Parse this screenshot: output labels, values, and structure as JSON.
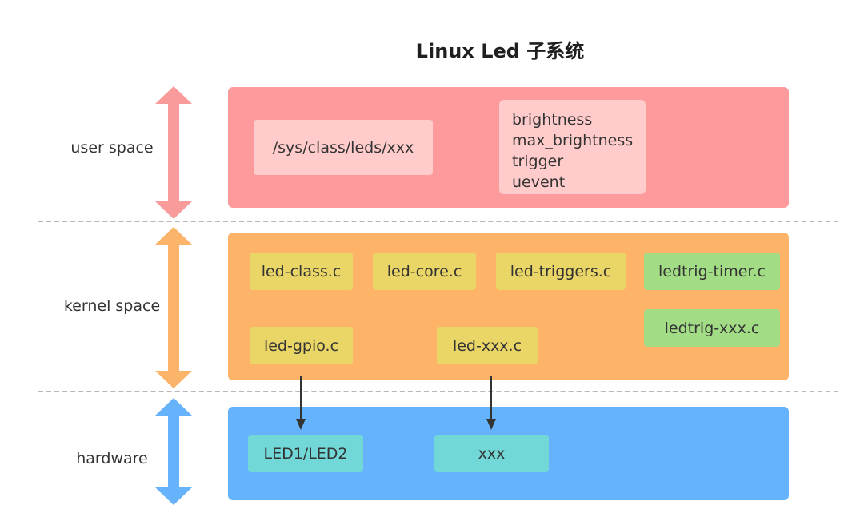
{
  "title": "Linux Led 子系统",
  "colors": {
    "user_panel": "#fd9a9b",
    "user_arrow": "#f99a9b",
    "user_box": "#ffcccb",
    "kernel_panel": "#fdb468",
    "kernel_arrow": "#fbb46a",
    "kernel_box": "#ead567",
    "kernel_trig_box": "#a2dc85",
    "hw_panel": "#65b3fd",
    "hw_arrow": "#66b3fc",
    "hw_box": "#71d8d7",
    "connector": "#333333",
    "dash": "#b8b8b8"
  },
  "layers": {
    "user": {
      "label": "user space",
      "path_box": "/sys/class/leds/xxx",
      "attributes": [
        "brightness",
        "max_brightness",
        "trigger",
        "uevent"
      ]
    },
    "kernel": {
      "label": "kernel space",
      "files": {
        "led_class": "led-class.c",
        "led_core": "led-core.c",
        "led_triggers": "led-triggers.c",
        "ledtrig_timer": "ledtrig-timer.c",
        "ledtrig_xxx": "ledtrig-xxx.c",
        "led_gpio": "led-gpio.c",
        "led_xxx": "led-xxx.c"
      }
    },
    "hardware": {
      "label": "hardware",
      "devices": {
        "led_pair": "LED1/LED2",
        "xxx": "xxx"
      }
    }
  },
  "icons": [
    "double-arrow-icon",
    "down-arrow-icon"
  ]
}
